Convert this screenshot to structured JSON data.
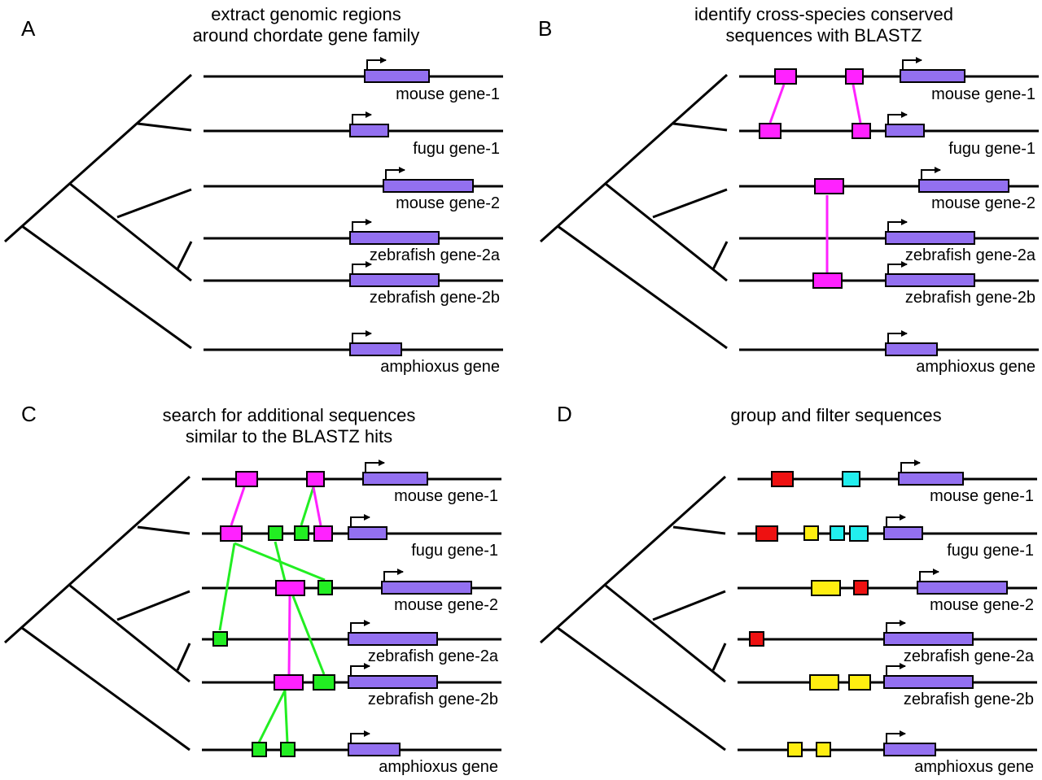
{
  "panels": [
    {
      "letter": "A",
      "title_lines": [
        "extract genomic regions",
        "around chordate gene family"
      ]
    },
    {
      "letter": "B",
      "title_lines": [
        "identify cross-species conserved",
        "sequences with BLASTZ"
      ]
    },
    {
      "letter": "C",
      "title_lines": [
        "search for additional sequences",
        "similar to the BLASTZ hits"
      ]
    },
    {
      "letter": "D",
      "title_lines": [
        "group and filter sequences"
      ]
    }
  ],
  "gene_labels": [
    "mouse gene-1",
    "fugu gene-1",
    "mouse gene-2",
    "zebrafish gene-2a",
    "zebrafish gene-2b",
    "amphioxus gene"
  ],
  "colors": {
    "gene": "#9370f0",
    "blastz_hit": "#ff22ff",
    "similar_hit": "#22ee22",
    "group_red": "#ee1111",
    "group_cyan": "#22eeee",
    "group_yellow": "#ffee11",
    "line": "#000000"
  },
  "legend_note": "Tree topology: ((mouse gene-1, fugu gene-1), (mouse gene-2, (zebrafish gene-2a, zebrafish gene-2b))), amphioxus gene"
}
